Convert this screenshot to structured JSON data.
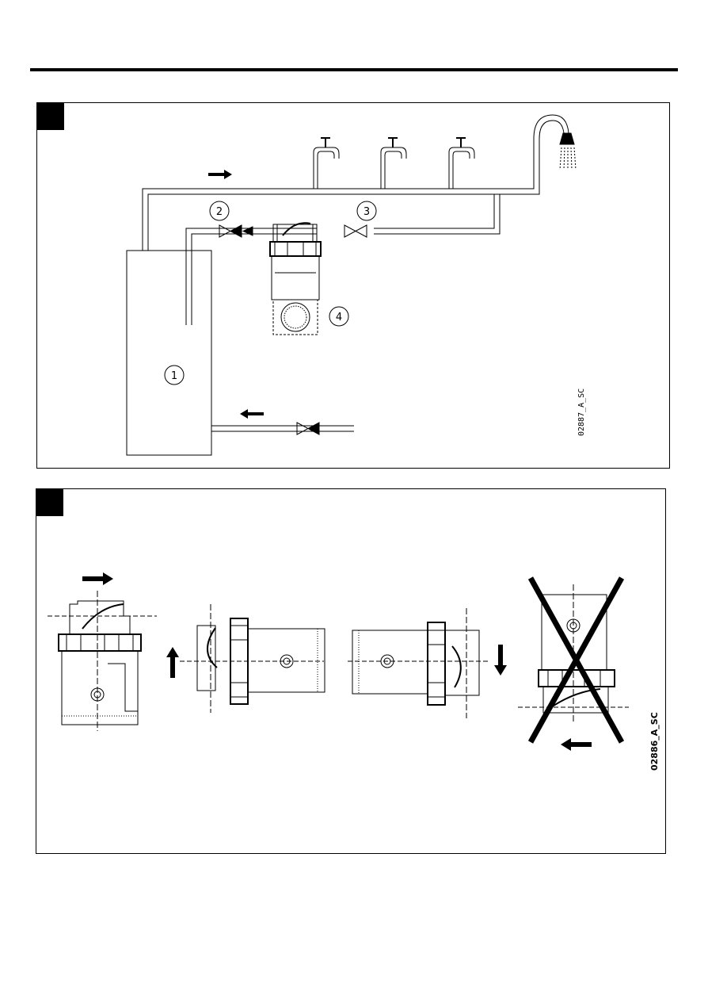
{
  "figure1": {
    "code": "02887_A_SC",
    "labels": {
      "tank": "1",
      "valve_left": "2",
      "valve_right": "3",
      "pump": "4"
    }
  },
  "figure2": {
    "code": "02886_A_SC"
  },
  "colors": {
    "line": "#000000",
    "background": "#ffffff"
  }
}
